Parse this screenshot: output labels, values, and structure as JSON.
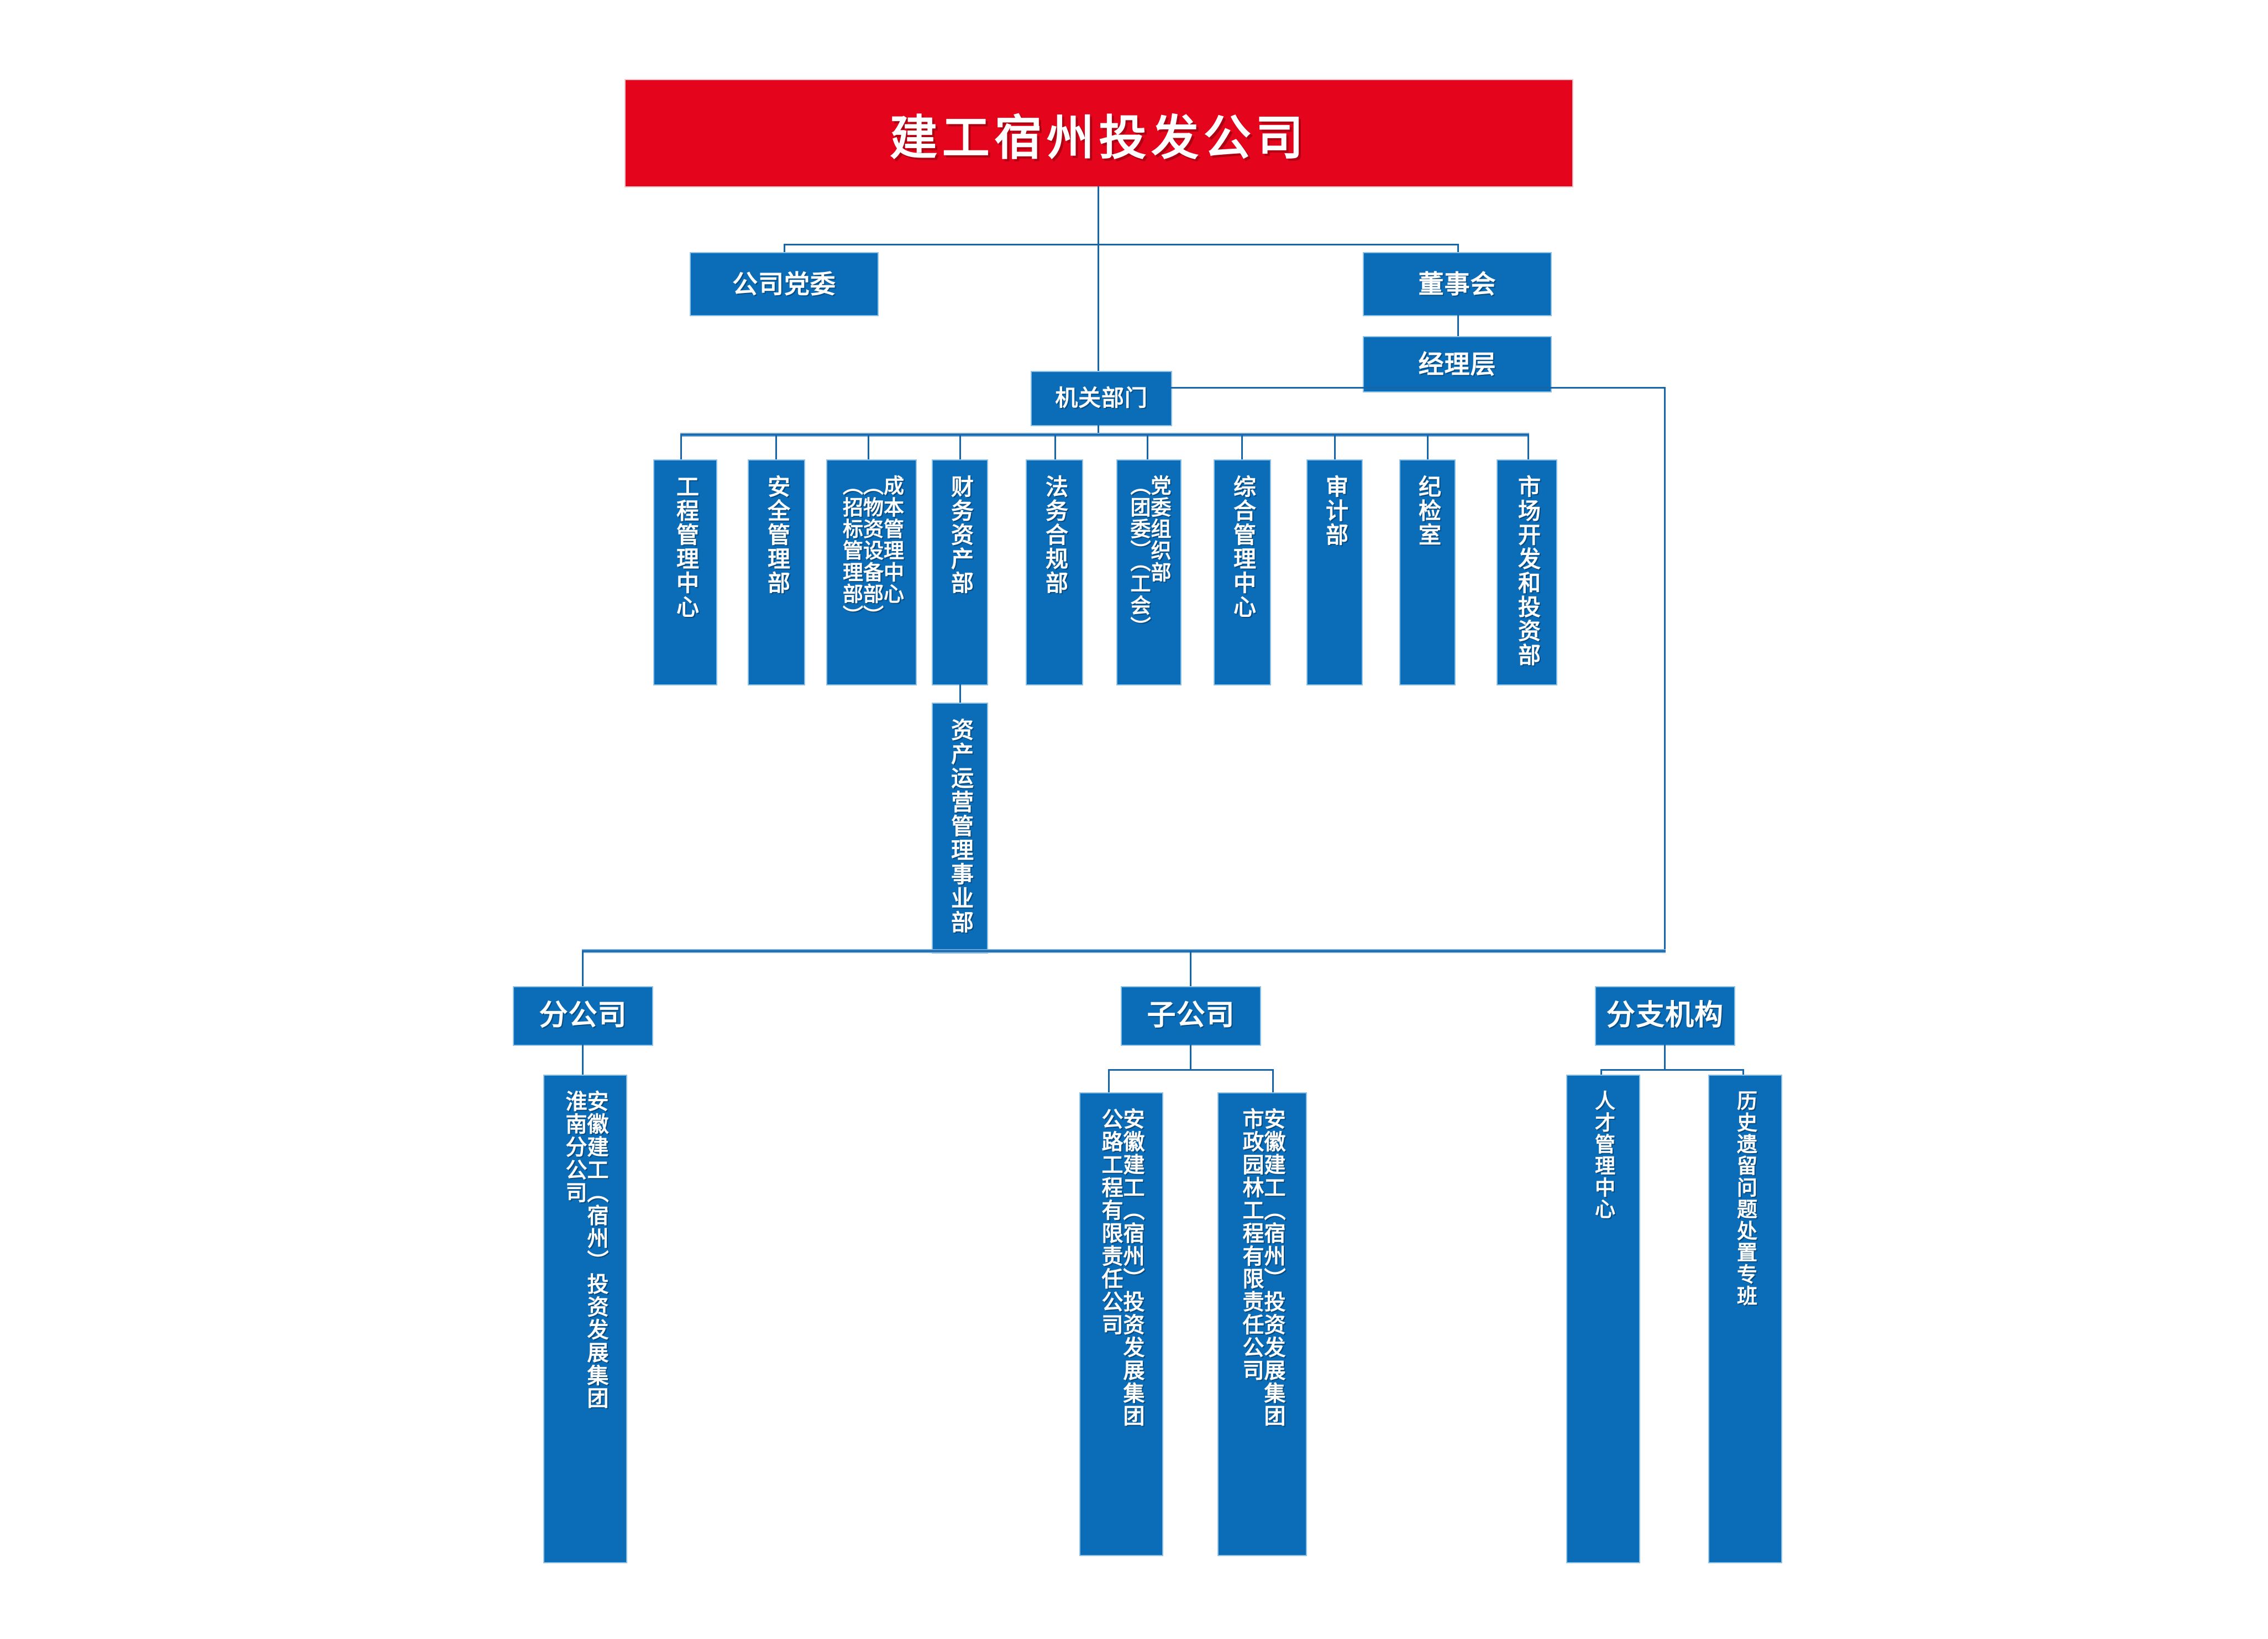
{
  "theme": {
    "brand_red": "#E4041B",
    "brand_blue": "#0B6CB8",
    "line_blue": "#1565A8",
    "text_white": "#FFFFFF",
    "background": "#FFFFFF"
  },
  "root": {
    "label": "建工宿州投发公司"
  },
  "level2": {
    "party_committee": "公司党委",
    "board": "董事会",
    "management": "经理层",
    "departments_header": "机关部门"
  },
  "departments": [
    {
      "lines": [
        "工程管理中心"
      ]
    },
    {
      "lines": [
        "安全管理部"
      ]
    },
    {
      "lines": [
        "成本管理中心",
        "（物资设备部）",
        "（招标管理部）"
      ]
    },
    {
      "lines": [
        "财务资产部"
      ]
    },
    {
      "lines": [
        "法务合规部"
      ]
    },
    {
      "lines": [
        "党委组织部",
        "（团委）（工会）"
      ]
    },
    {
      "lines": [
        "综合管理中心"
      ]
    },
    {
      "lines": [
        "审计部"
      ]
    },
    {
      "lines": [
        "纪检室"
      ]
    },
    {
      "lines": [
        "市场开发和投资部"
      ]
    }
  ],
  "sub_department": {
    "lines": [
      "资产运营管理事业部"
    ]
  },
  "groups": [
    {
      "header": "分公司",
      "children": [
        {
          "lines": [
            "安徽建工（宿州）投资发展集团",
            "淮南分公司"
          ]
        }
      ]
    },
    {
      "header": "子公司",
      "children": [
        {
          "lines": [
            "安徽建工（宿州）投资发展集团",
            "公路工程有限责任公司"
          ]
        },
        {
          "lines": [
            "安徽建工（宿州）投资发展集团",
            "市政园林工程有限责任公司"
          ]
        }
      ]
    },
    {
      "header": "分支机构",
      "children": [
        {
          "lines": [
            "人才管理中心"
          ]
        },
        {
          "lines": [
            "历史遗留问题处置专班"
          ]
        }
      ]
    }
  ]
}
